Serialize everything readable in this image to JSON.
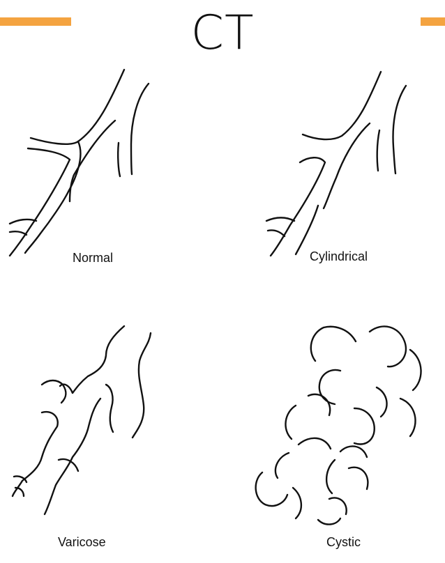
{
  "slide": {
    "title": "CT",
    "accent_color": "#f4a340"
  },
  "diagram": {
    "panels": [
      {
        "id": "normal",
        "caption": "Normal"
      },
      {
        "id": "cylindrical",
        "caption": "Cylindrical"
      },
      {
        "id": "varicose",
        "caption": "Varicose"
      },
      {
        "id": "cystic",
        "caption": "Cystic"
      }
    ]
  }
}
